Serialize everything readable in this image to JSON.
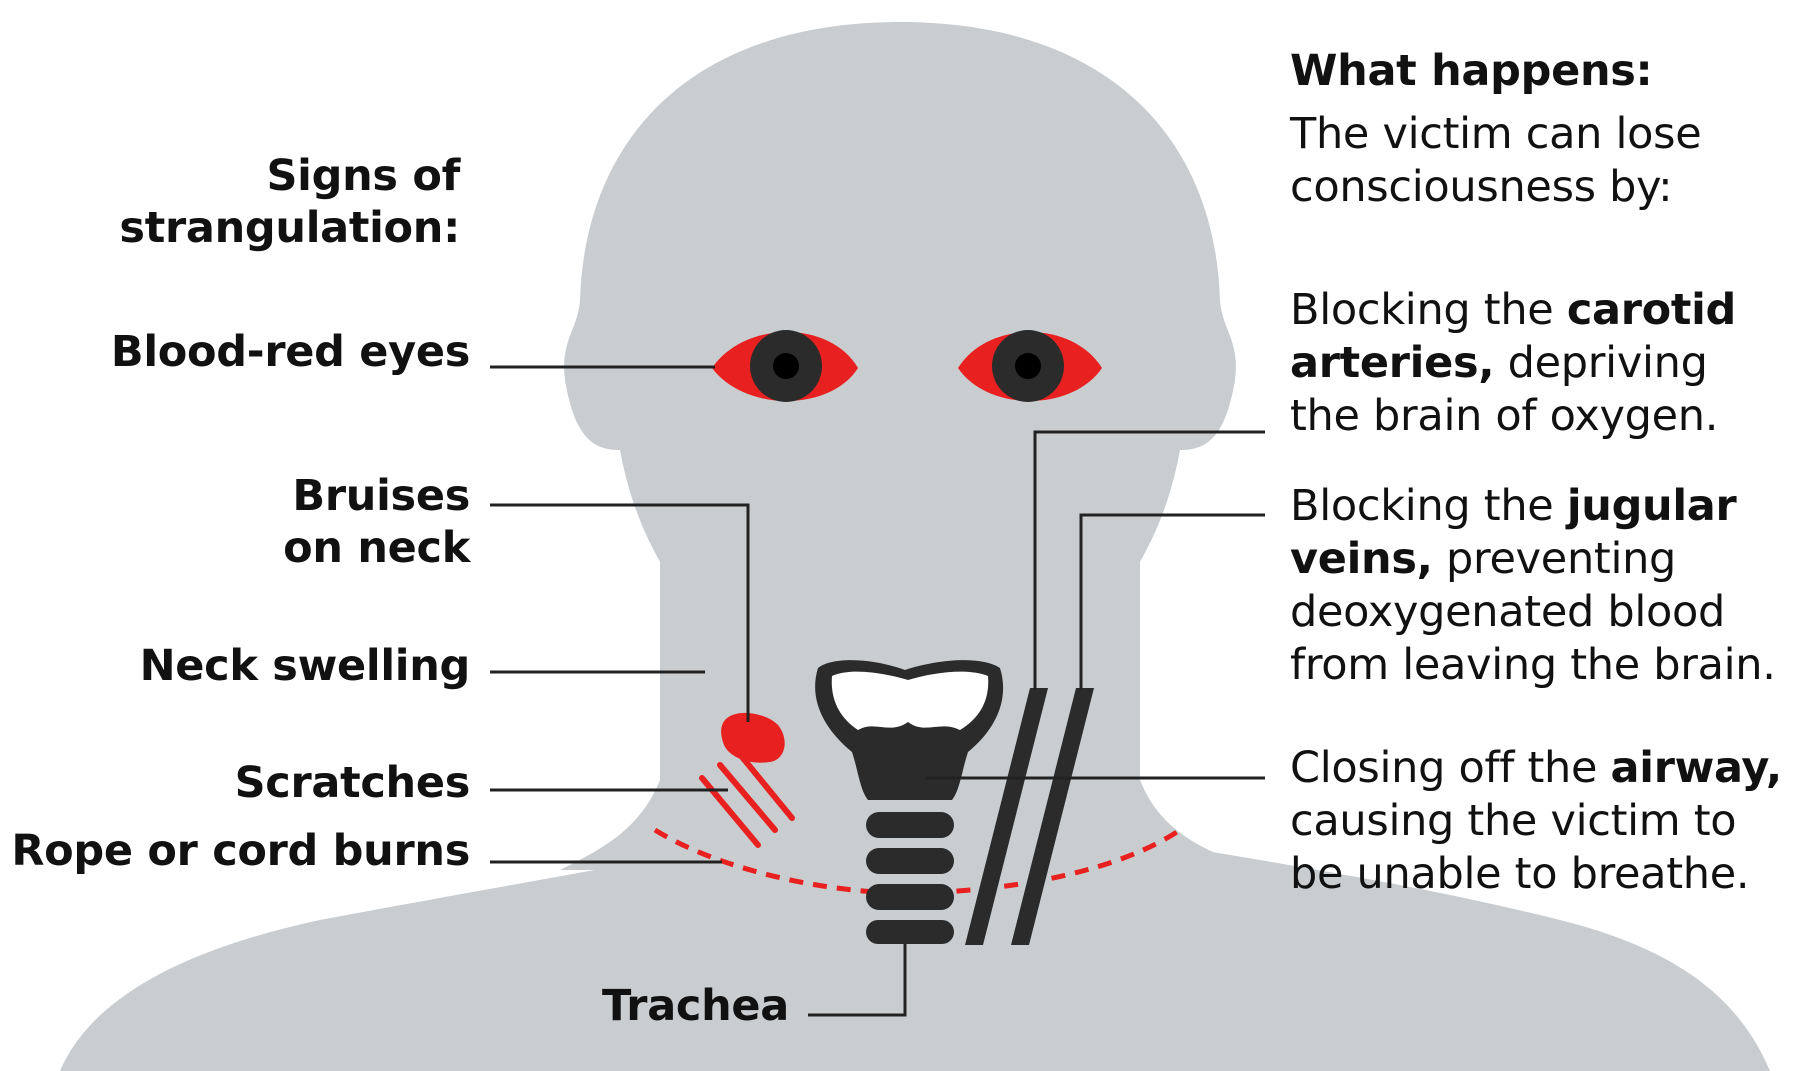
{
  "signs": {
    "heading_line1": "Signs of",
    "heading_line2": "strangulation:",
    "items": [
      {
        "line1": "Blood-red eyes"
      },
      {
        "line1": "Bruises",
        "line2": "on neck"
      },
      {
        "line1": "Neck swelling"
      },
      {
        "line1": "Scratches"
      },
      {
        "line1": "Rope or cord burns"
      }
    ]
  },
  "trachea_label": "Trachea",
  "what_happens": {
    "heading": "What happens:",
    "intro_line1": "The victim can lose",
    "intro_line2": "consciousness by:",
    "points": [
      {
        "pre": "Blocking the ",
        "bold1": "carotid",
        "bold2": "arteries,",
        "mid": " depriving",
        "line3": "the brain of oxygen."
      },
      {
        "pre": "Blocking the ",
        "bold1": "jugular",
        "bold2": "veins,",
        "mid": " preventing",
        "line3": "deoxygenated blood",
        "line4": "from leaving the brain."
      },
      {
        "pre": "Closing off the ",
        "bold1": "airway,",
        "line2": "causing the victim to",
        "line3": "be unable to breathe."
      }
    ]
  },
  "colors": {
    "silhouette": "#c9cdd0",
    "dark": "#2b2b2b",
    "red": "#e8201f",
    "leader": "#222222"
  }
}
